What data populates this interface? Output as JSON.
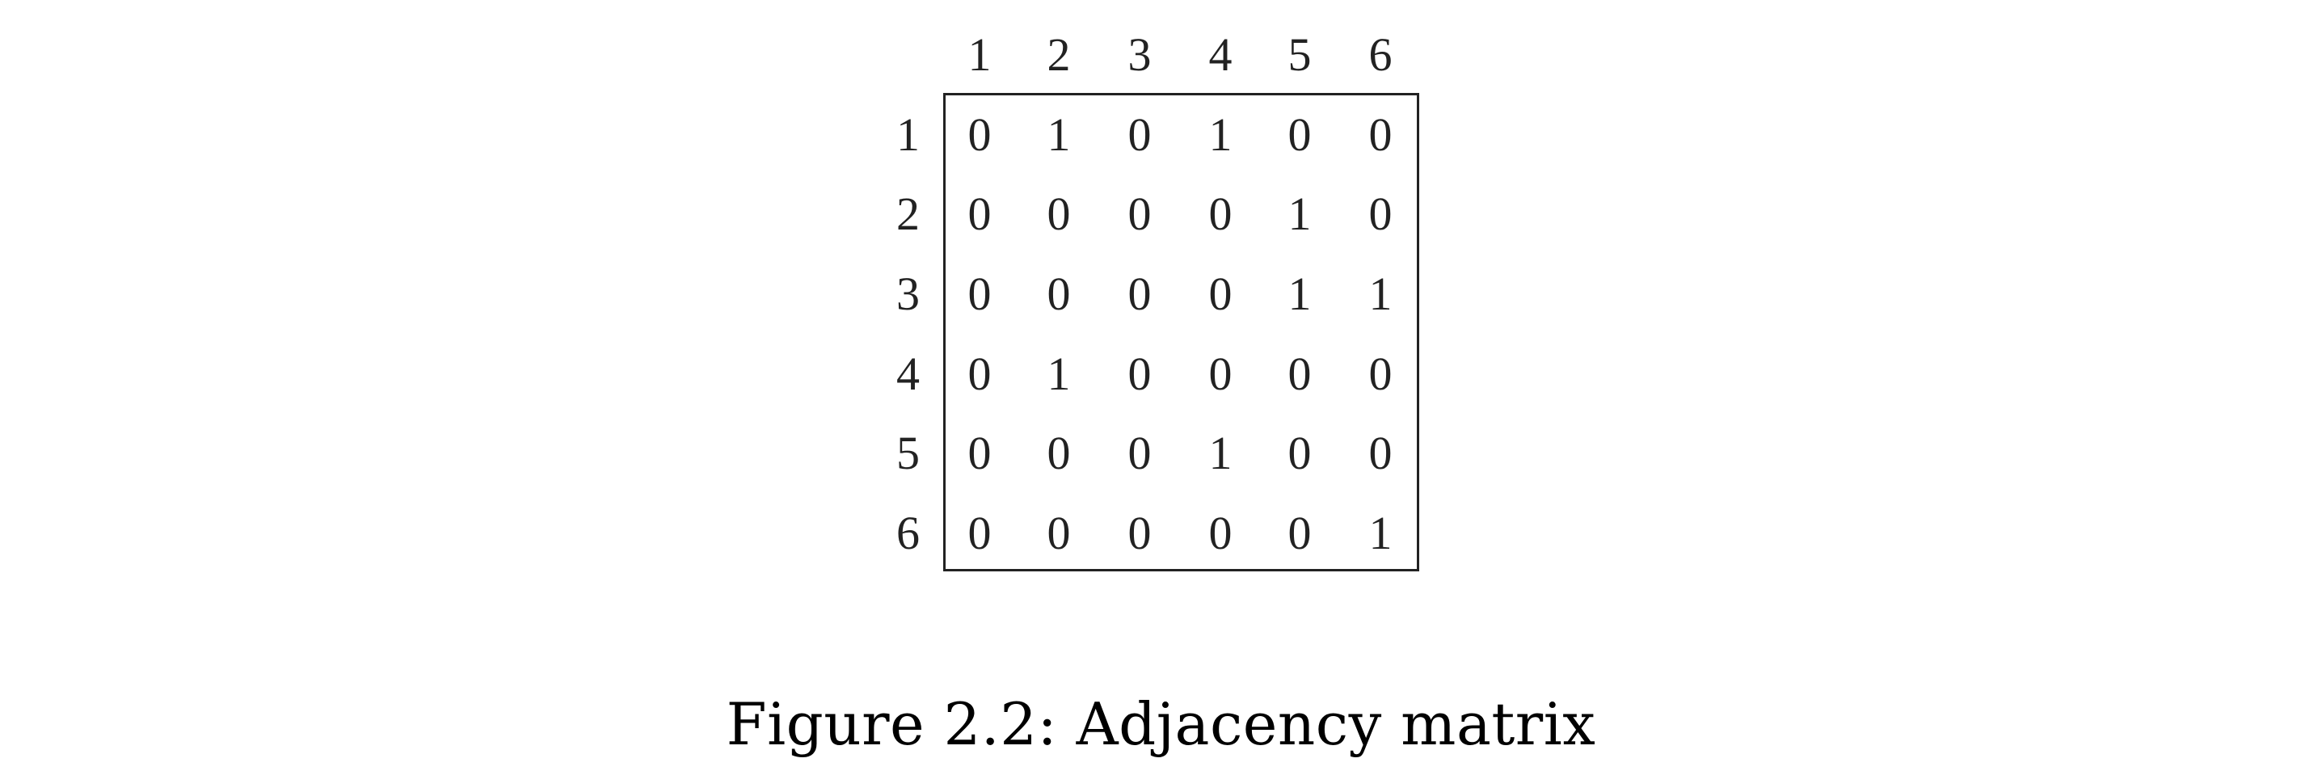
{
  "matrix": {
    "column_labels": [
      "1",
      "2",
      "3",
      "4",
      "5",
      "6"
    ],
    "row_labels": [
      "1",
      "2",
      "3",
      "4",
      "5",
      "6"
    ],
    "rows": [
      [
        "0",
        "1",
        "0",
        "1",
        "0",
        "0"
      ],
      [
        "0",
        "0",
        "0",
        "0",
        "1",
        "0"
      ],
      [
        "0",
        "0",
        "0",
        "0",
        "1",
        "1"
      ],
      [
        "0",
        "1",
        "0",
        "0",
        "0",
        "0"
      ],
      [
        "0",
        "0",
        "0",
        "1",
        "0",
        "0"
      ],
      [
        "0",
        "0",
        "0",
        "0",
        "0",
        "1"
      ]
    ]
  },
  "caption": "Figure 2.2: Adjacency matrix"
}
